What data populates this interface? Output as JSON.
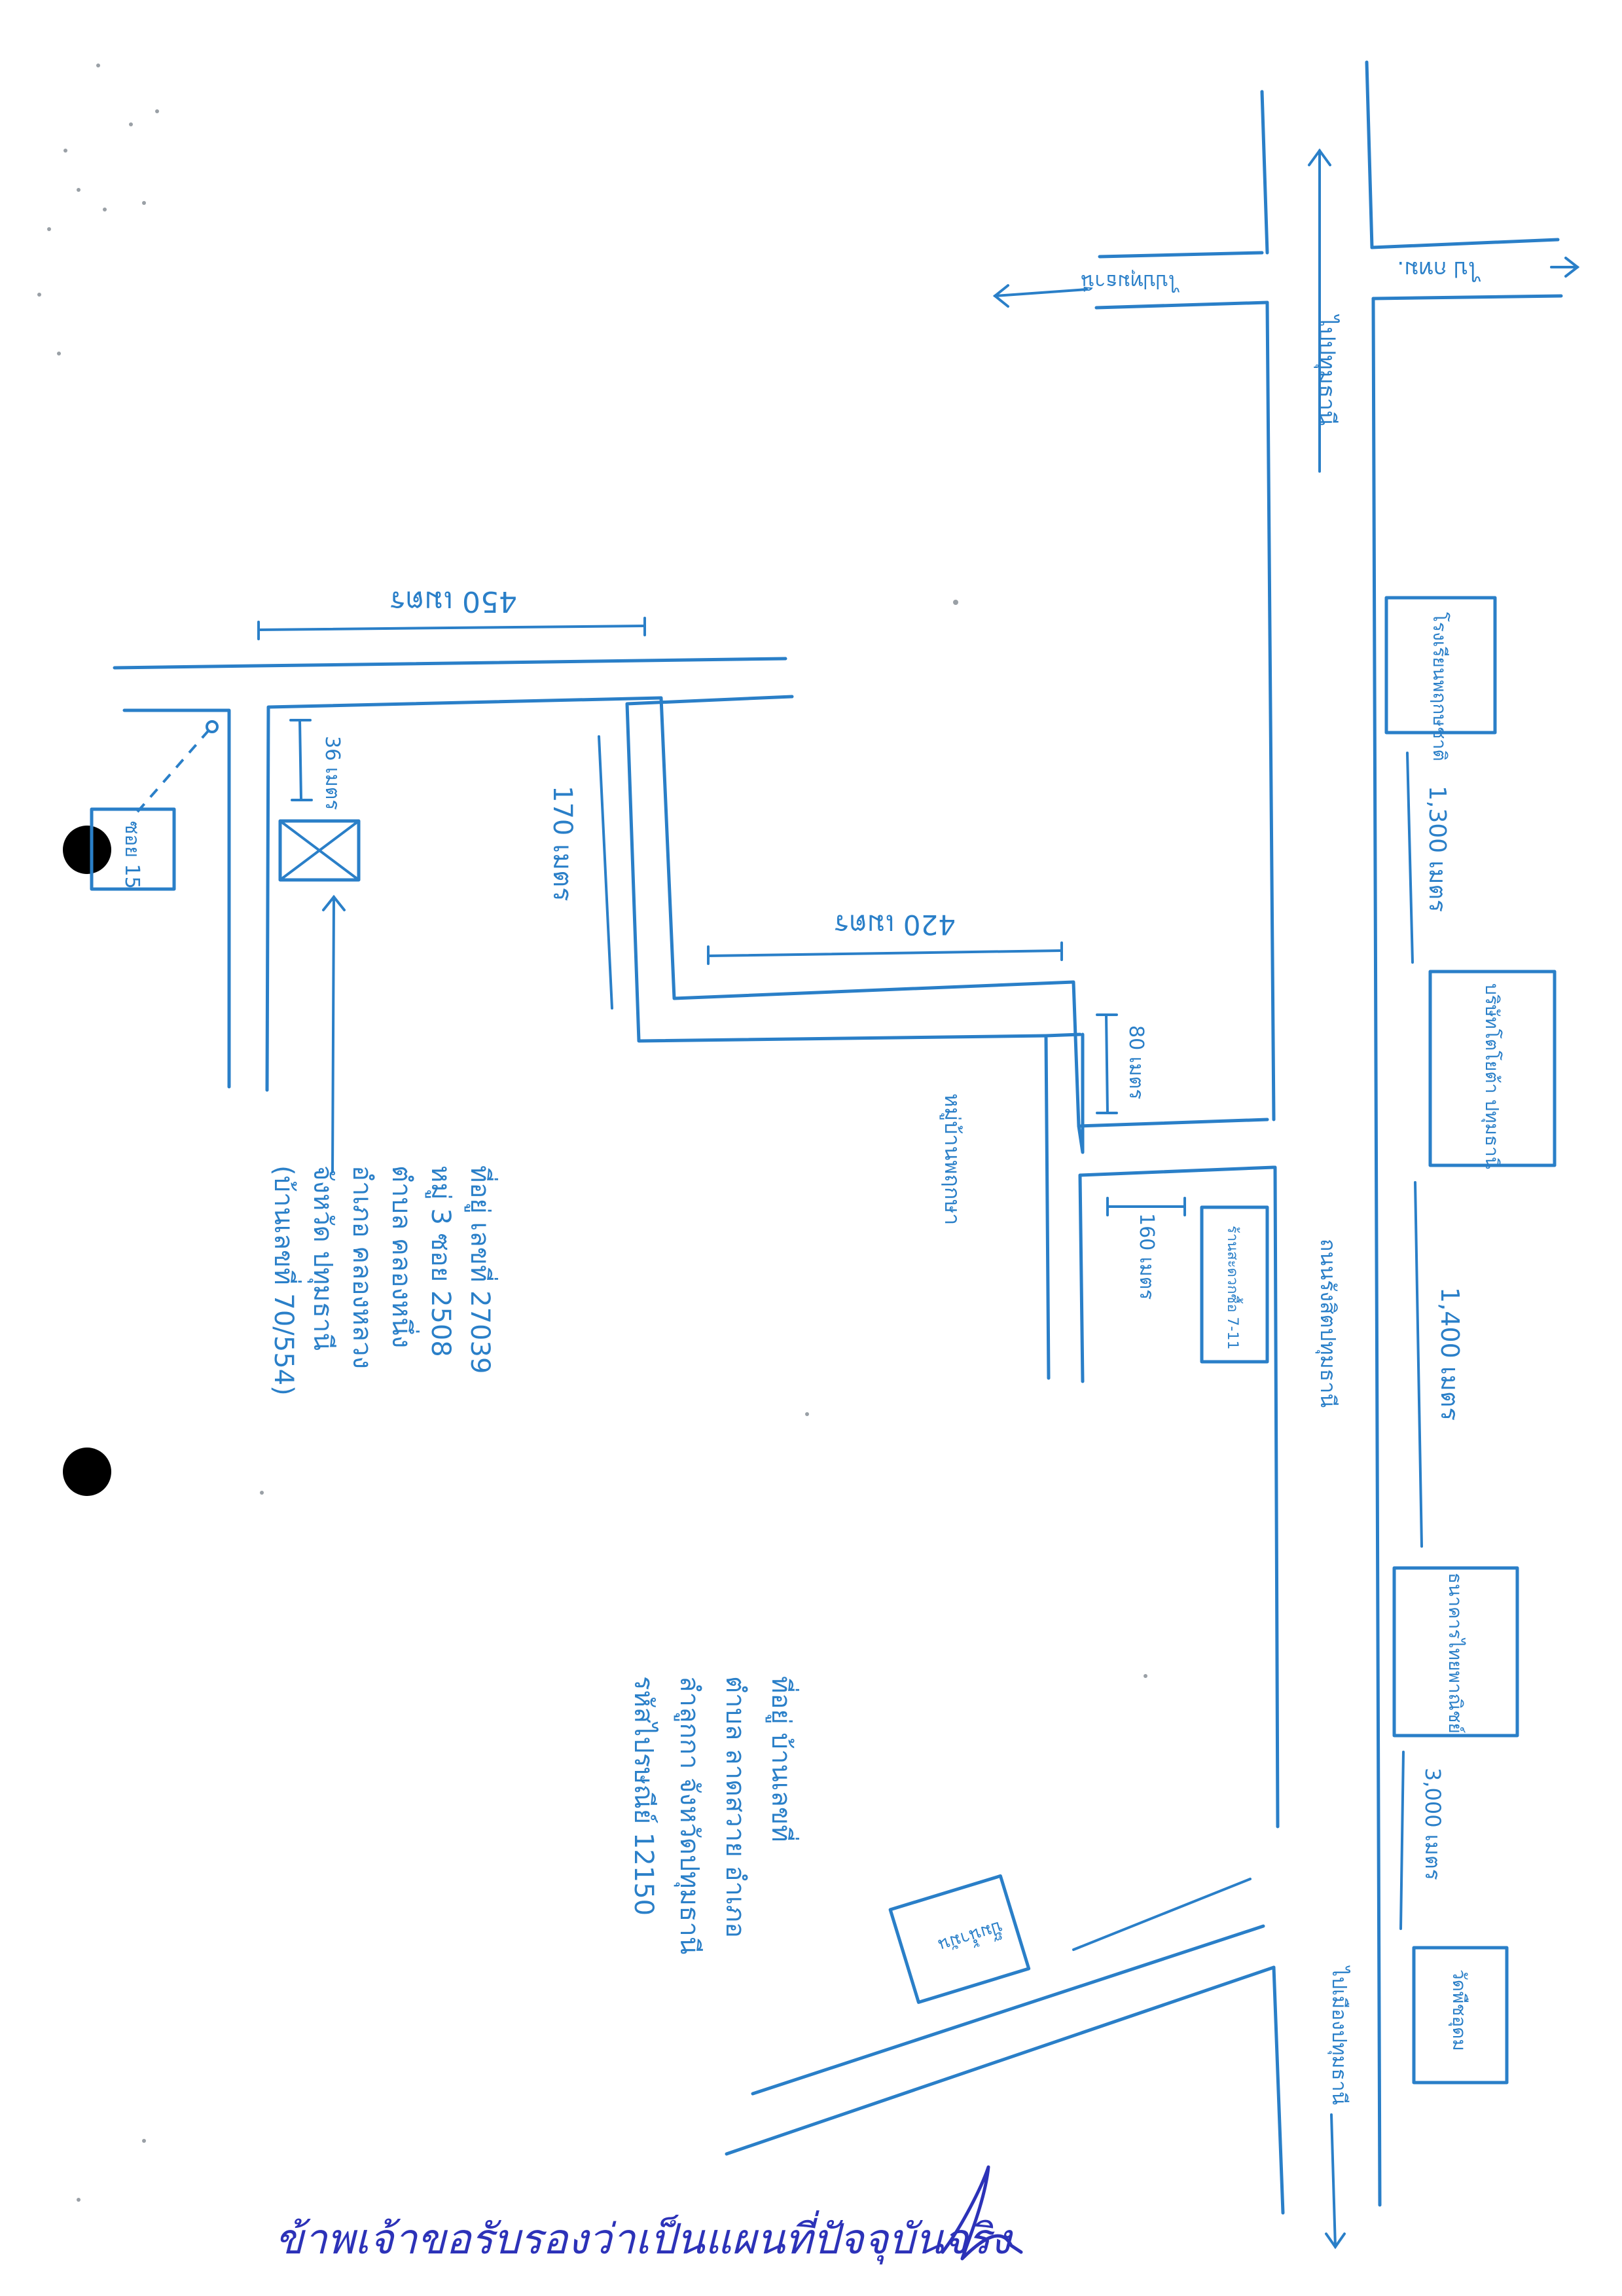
{
  "labels": {
    "to_bangkok": "ไป กทม.",
    "to_pathum_north": "ไปปทุมธานี",
    "to_pathumthani_west": "ไปปทุมธานี",
    "main_road": "ถนนรังสิตปทุมธานี",
    "to_pathumthani_south": "ไปเมืองปทุมธานี",
    "soi_15": "ซอย 15",
    "house": "บ้านเลขที่",
    "dist_450": "450 เมตร",
    "dist_170": "170 เมตร",
    "dist_420": "420 เมตร",
    "dist_80": "80 เมตร",
    "dist_36": "36 เมตร",
    "dist_160": "160 เมตร",
    "dist_1300": "1,300 เมตร",
    "dist_1400": "1,400 เมตร",
    "dist_3000": "3,000 เมตร",
    "village": "หมู่บ้านพฤกษา",
    "seven_eleven": "ร้านสะดวกซื้อ 7-11",
    "hospital": "โรงเรียนพฤกษชาติ",
    "company": "บริษัทโตโยต้า ปทุมธานี",
    "ptt": "ธนาคารไทยพาณิชย์",
    "temple": "วัดพืชอุดม",
    "gas_station": "ปั๊มน้ำมัน"
  },
  "address_note": [
    "ที่อยู่ เลขที่ 27039",
    "หมู่ 3 ซอย 2508",
    "ตำบล คลองหนึ่ง",
    "อำเภอ คลองหลวง",
    "จังหวัด ปทุมธานี",
    "(บ้านเลขที่ 70/554)"
  ],
  "contact_note": [
    "ที่อยู่ บ้านเลขที่",
    "ตำบล ลาดสวาย อำเภอ",
    "ลำลูกกา จังหวัดปทุมธานี",
    "รหัสไปรษณีย์ 12150"
  ],
  "signature_line": "ข้าพเจ้าขอรับรองว่าเป็นแผนที่ปัจจุบันจริง",
  "colors": {
    "ink": "#2a7fc8",
    "signature": "#2c32b8"
  }
}
